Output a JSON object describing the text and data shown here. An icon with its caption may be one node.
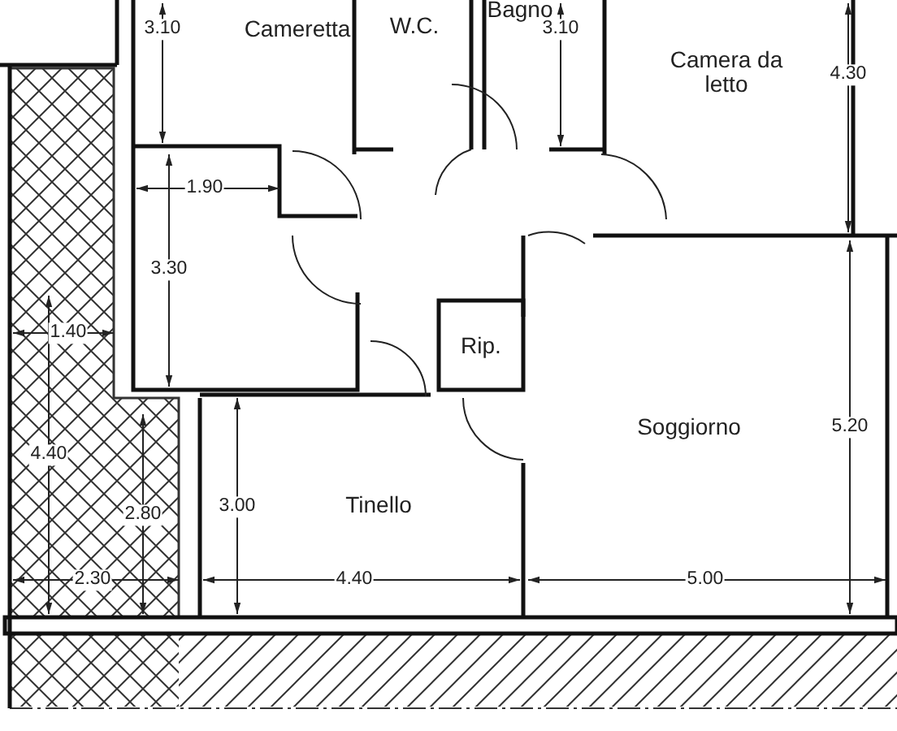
{
  "diagram": {
    "labels": [
      "Bagno",
      "3.10",
      "Cameretta",
      "W.C.",
      "3.10",
      "Camera da letto",
      "4.30",
      "1.90",
      "3.30",
      "1.40",
      "Rip.",
      "Soggiorno",
      "5.20",
      "4.40",
      "2.80",
      "3.00",
      "Tinello",
      "2.30",
      "4.40",
      "5.00"
    ]
  }
}
